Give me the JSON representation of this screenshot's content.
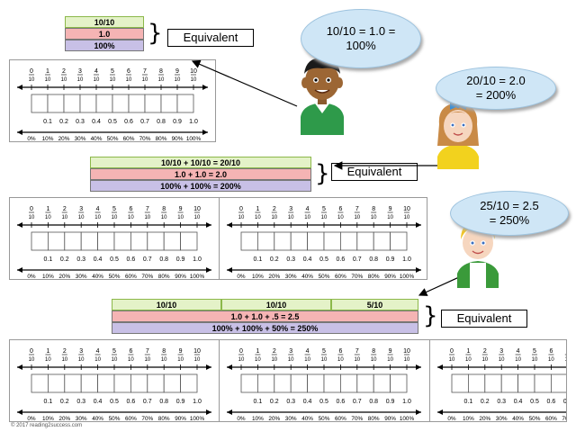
{
  "top": {
    "bars": [
      "10/10",
      "1.0",
      "100%"
    ],
    "equivalent": "Equivalent"
  },
  "middle": {
    "bars": [
      "10/10  +  10/10  = 20/10",
      "1.0  +  1.0   =  2.0",
      "100%  + 100% = 200%"
    ],
    "equivalent": "Equivalent"
  },
  "bottom": {
    "segments": [
      "10/10",
      "10/10",
      "5/10"
    ],
    "decimal_bar": "1.0  + 1.0   +    .5   =   2.5",
    "percent_bar": "100% + 100%  + 50%  = 250%",
    "equivalent": "Equivalent"
  },
  "bubbles": {
    "boy": [
      "10/10 = 1.0 =",
      "100%"
    ],
    "girl": [
      "20/10 = 2.0",
      "= 200%"
    ],
    "blond": [
      "25/10 = 2.5",
      "= 250%"
    ]
  },
  "numberline": {
    "fraction_numerators": [
      "0",
      "1",
      "2",
      "3",
      "4",
      "5",
      "6",
      "7",
      "8",
      "9",
      "10"
    ],
    "fraction_denominator": "10",
    "decimals": [
      "0.1",
      "0.2",
      "0.3",
      "0.4",
      "0.5",
      "0.6",
      "0.7",
      "0.8",
      "0.9",
      "1.0"
    ],
    "percents": [
      "0%",
      "10%",
      "20%",
      "30%",
      "40%",
      "50%",
      "60%",
      "70%",
      "80%",
      "90%",
      "100%"
    ]
  },
  "credit": "© 2017 reading2success.com",
  "colors": {
    "green": "#e4f2c8",
    "red": "#f5b4b4",
    "purple": "#c8c0e6",
    "bubble": "#cfe6f6"
  }
}
